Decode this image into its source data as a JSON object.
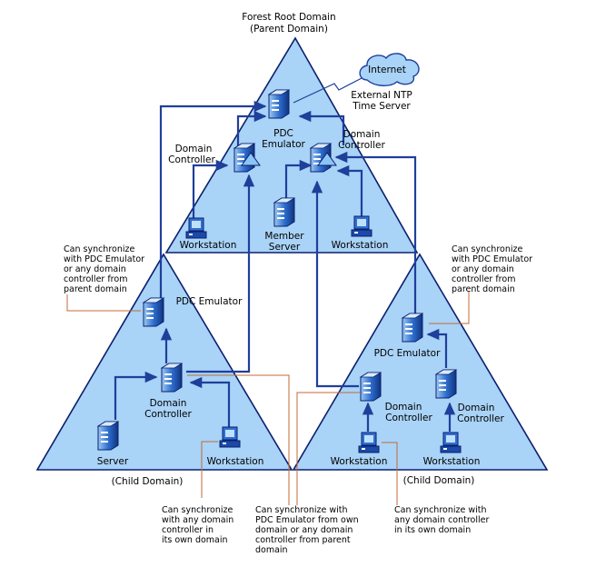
{
  "forest": {
    "title_line1": "Forest Root Domain",
    "title_line2": "(Parent Domain)",
    "internet": "Internet",
    "ntp_line1": "External NTP",
    "ntp_line2": "Time Server",
    "pdc_line1": "PDC",
    "pdc_line2": "Emulator",
    "dc_left_line1": "Domain",
    "dc_left_line2": "Controller",
    "dc_right_line1": "Domain",
    "dc_right_line2": "Controller",
    "ws_left": "Workstation",
    "member_line1": "Member",
    "member_line2": "Server",
    "ws_right": "Workstation"
  },
  "child_left": {
    "pdc": "PDC Emulator",
    "dc_line1": "Domain",
    "dc_line2": "Controller",
    "server": "Server",
    "ws": "Workstation",
    "caption": "(Child Domain)"
  },
  "child_right": {
    "pdc": "PDC Emulator",
    "dc1_line1": "Domain",
    "dc1_line2": "Controller",
    "dc2_line1": "Domain",
    "dc2_line2": "Controller",
    "ws1": "Workstation",
    "ws2": "Workstation",
    "caption": "(Child Domain)"
  },
  "notes": {
    "left_top": [
      "Can synchronize",
      "with PDC Emulator",
      "or any domain",
      "controller from",
      "parent domain"
    ],
    "right_top": [
      "Can synchronize",
      "with PDC Emulator",
      "or any domain",
      "controller from",
      "parent domain"
    ],
    "bottom_1": [
      "Can synchronize",
      "with any domain",
      "controller in",
      "its own domain"
    ],
    "bottom_2": [
      "Can synchronize with",
      "PDC Emulator from own",
      "domain or any domain",
      "controller from parent",
      "domain"
    ],
    "bottom_3": [
      "Can synchronize with",
      "any domain controller",
      "in its own domain"
    ]
  }
}
